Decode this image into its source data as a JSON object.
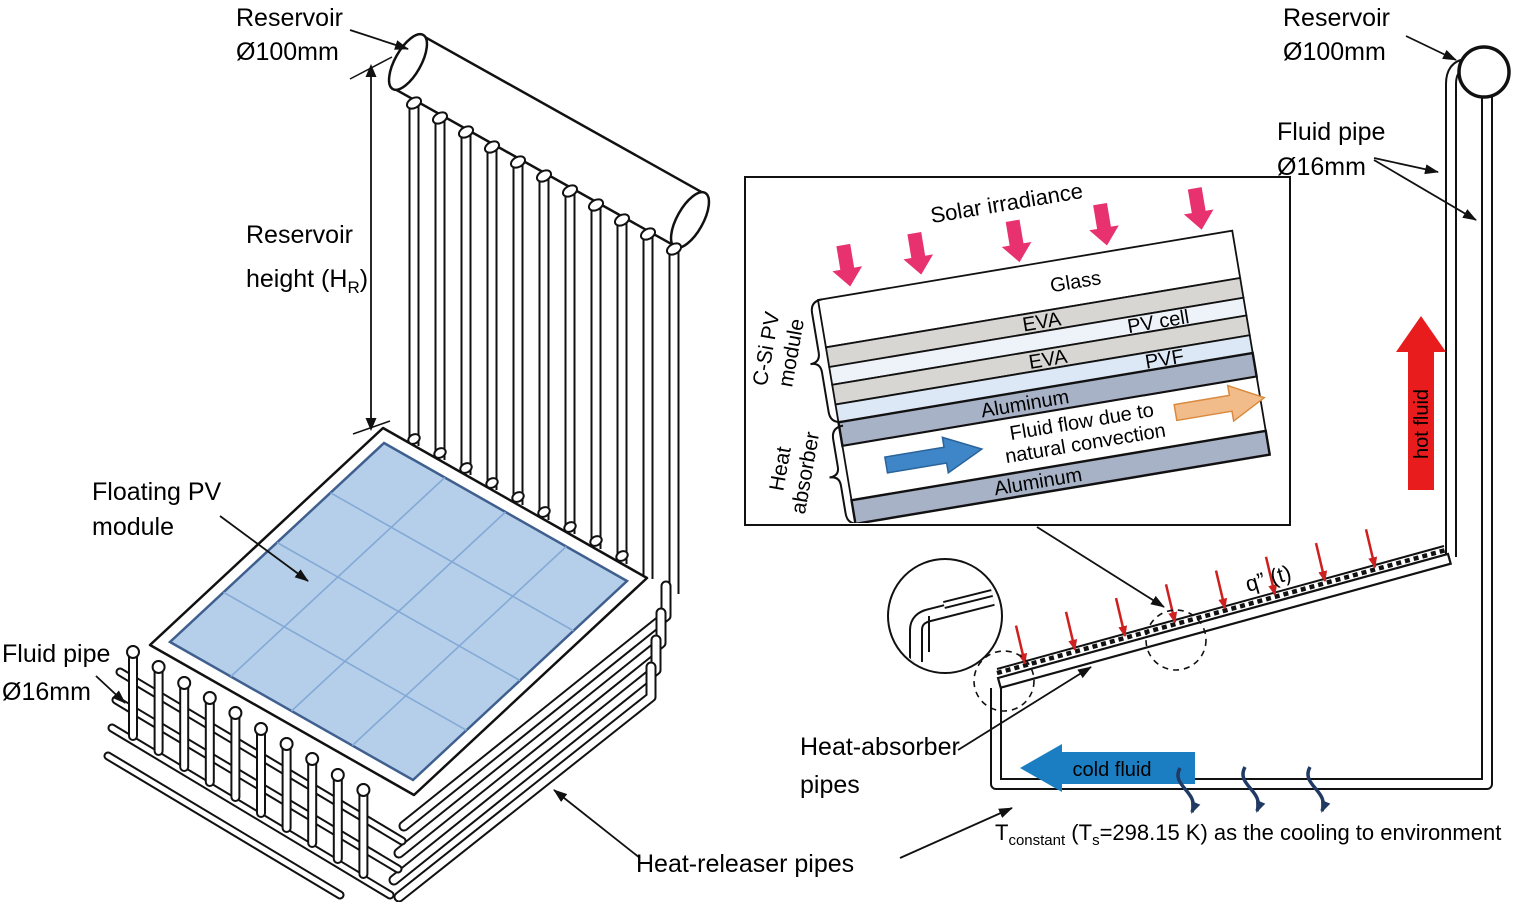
{
  "colors": {
    "panel_blue": "#b5cfea",
    "panel_border": "#3f5f8f",
    "grid_blue": "#84a9d6",
    "pink": "#e8326f",
    "red": "#e81c1c",
    "red_small": "#cf2020",
    "blue_arrow": "#1b7ec2",
    "channel_blue": "#3f86c9",
    "orange": "#f2bc8a",
    "navy": "#203a63",
    "ink": "#111111"
  },
  "left": {
    "reservoir": [
      "Reservoir",
      "Ø100mm"
    ],
    "height": {
      "line1": "Reservoir",
      "pre": "height (H",
      "sub": "R",
      "post": ")"
    },
    "pv": [
      "Floating PV",
      "module"
    ],
    "fluid_pipe": [
      "Fluid pipe",
      "Ø16mm"
    ],
    "releaser": "Heat-releaser pipes"
  },
  "right": {
    "reservoir": [
      "Reservoir",
      "Ø100mm"
    ],
    "fluid_pipe": [
      "Fluid pipe",
      "Ø16mm"
    ],
    "hot": "hot fluid",
    "cold": "cold fluid",
    "flux": "q” (t)",
    "absorber": [
      "Heat-absorber",
      "pipes"
    ],
    "temp": {
      "t1": "T",
      "sub1": "constant",
      "t2": " (T",
      "sub2": "s",
      "t3": "=298.15 K) as the cooling to environment"
    }
  },
  "inset": {
    "solar": "Solar irradiance",
    "layers": [
      {
        "name": "Glass",
        "color": "#ffffff"
      },
      {
        "name": "EVA",
        "color": "#d7d6d3"
      },
      {
        "name": "PV cell",
        "color": "#eef3f9"
      },
      {
        "name": "EVA",
        "color": "#d7d6d3"
      },
      {
        "name": "PVF",
        "color": "#dce8f5"
      },
      {
        "name": "Aluminum",
        "color": "#a8b2c6"
      },
      {
        "color": "#ffffff"
      },
      {
        "name": "Aluminum",
        "color": "#a8b2c6"
      }
    ],
    "channel": [
      "Fluid flow due to",
      "natural convection"
    ],
    "module_group": [
      "C-Si PV",
      "module"
    ],
    "absorber_group": [
      "Heat",
      "absorber"
    ]
  }
}
